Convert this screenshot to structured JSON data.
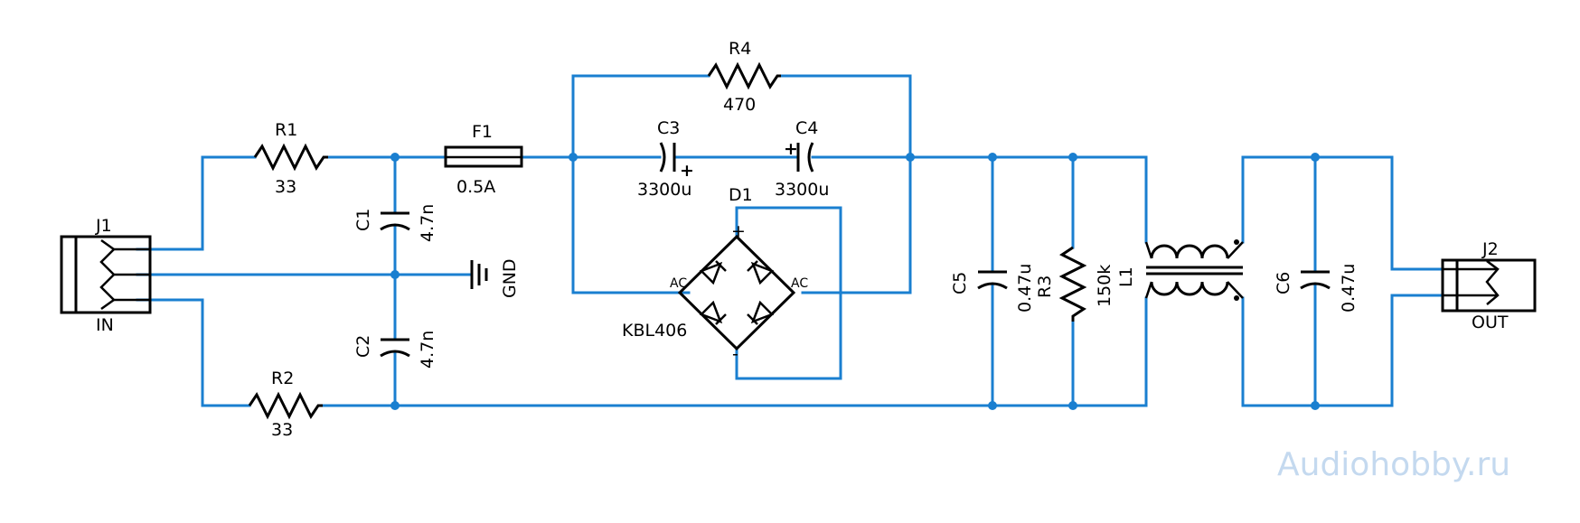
{
  "components": {
    "r1": {
      "ref": "R1",
      "value": "33"
    },
    "r2": {
      "ref": "R2",
      "value": "33"
    },
    "r3": {
      "ref": "R3",
      "value": "150k"
    },
    "r4": {
      "ref": "R4",
      "value": "470"
    },
    "c1": {
      "ref": "C1",
      "value": "4.7n"
    },
    "c2": {
      "ref": "C2",
      "value": "4.7n"
    },
    "c3": {
      "ref": "C3",
      "value": "3300u",
      "polarity": "+"
    },
    "c4": {
      "ref": "C4",
      "value": "3300u",
      "polarity": "+"
    },
    "c5": {
      "ref": "C5",
      "value": "0.47u"
    },
    "c6": {
      "ref": "C6",
      "value": "0.47u"
    },
    "f1": {
      "ref": "F1",
      "value": "0.5A"
    },
    "l1": {
      "ref": "L1"
    },
    "d1": {
      "ref": "D1",
      "value": "KBL406",
      "plus": "+",
      "minus": "-",
      "ac_left": "AC",
      "ac_right": "AC"
    },
    "j1": {
      "ref": "J1",
      "label": "IN"
    },
    "j2": {
      "ref": "J2",
      "label": "OUT"
    },
    "gnd": {
      "label": "GND"
    }
  },
  "watermark": "Audiohobby.ru",
  "colors": {
    "wire": "#1a7fd0",
    "symbol": "#000000",
    "watermark": "#c4d9ef"
  }
}
